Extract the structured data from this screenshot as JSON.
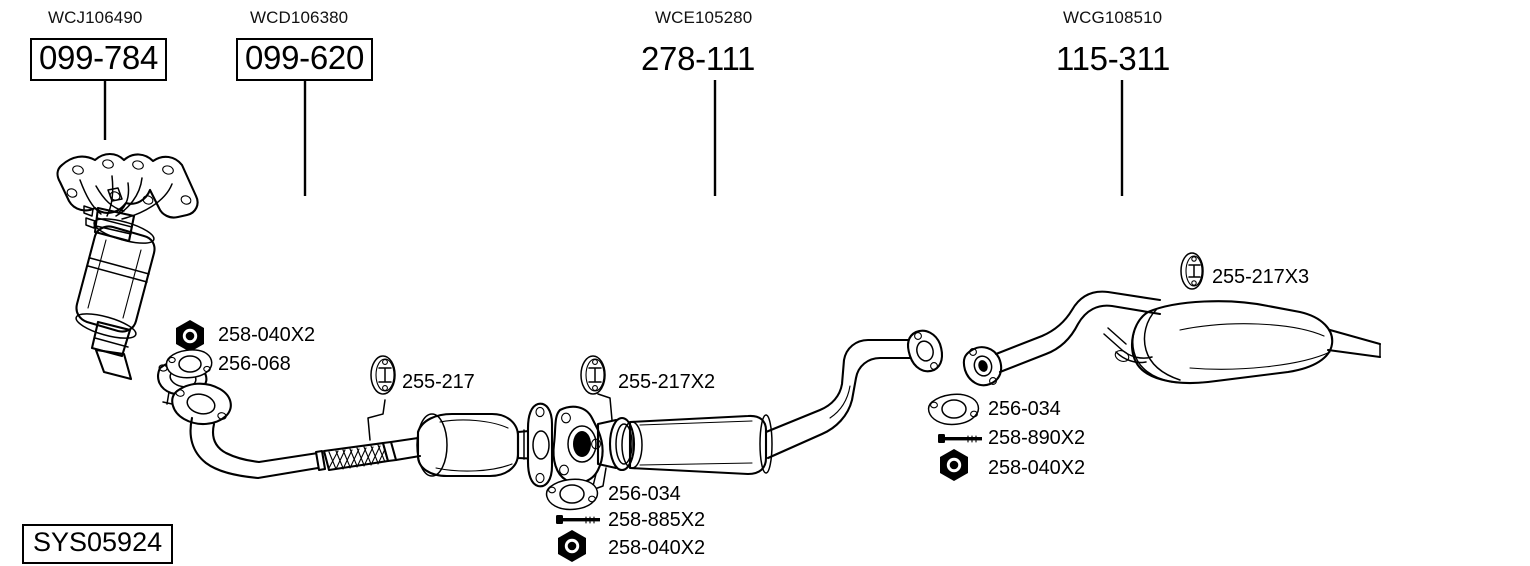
{
  "diagram": {
    "system_id": "SYS05924",
    "background_color": "#ffffff",
    "line_color": "#000000"
  },
  "component_callouts": [
    {
      "oem_code": "WCJ106490",
      "part_number": "099-784",
      "boxed": true,
      "component": "exhaust-manifold-with-catalytic-converter"
    },
    {
      "oem_code": "WCD106380",
      "part_number": "099-620",
      "boxed": true,
      "component": "front-pipe-with-flex-and-catalytic-converter"
    },
    {
      "oem_code": "WCE105280",
      "part_number": "278-111",
      "boxed": false,
      "component": "centre-silencer-pipe"
    },
    {
      "oem_code": "WCG108510",
      "part_number": "115-311",
      "boxed": false,
      "component": "rear-silencer"
    }
  ],
  "hardware": [
    {
      "label": "258-040X2",
      "icon": "nut-icon",
      "group": "manifold"
    },
    {
      "label": "256-068",
      "icon": "gasket-icon",
      "group": "manifold"
    },
    {
      "label": "255-217",
      "icon": "rubber-hanger-icon",
      "group": "front-pipe"
    },
    {
      "label": "255-217X2",
      "icon": "rubber-hanger-icon",
      "group": "centre-pipe"
    },
    {
      "label": "255-217X3",
      "icon": "rubber-hanger-icon",
      "group": "rear-silencer"
    },
    {
      "label": "256-034",
      "icon": "gasket-icon",
      "group": "centre-joint"
    },
    {
      "label": "258-885X2",
      "icon": "bolt-icon",
      "group": "centre-joint"
    },
    {
      "label": "258-040X2",
      "icon": "nut-icon",
      "group": "centre-joint"
    },
    {
      "label": "256-034",
      "icon": "gasket-icon",
      "group": "rear-joint"
    },
    {
      "label": "258-890X2",
      "icon": "bolt-icon",
      "group": "rear-joint"
    },
    {
      "label": "258-040X2",
      "icon": "nut-icon",
      "group": "rear-joint"
    }
  ]
}
